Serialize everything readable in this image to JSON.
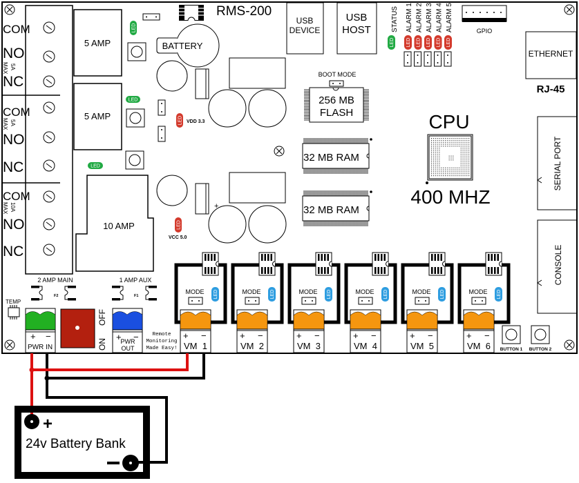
{
  "board": {
    "title": "RMS-200",
    "tagline": [
      "Remote",
      "Monitoring",
      "Made Easy!"
    ]
  },
  "relays": [
    {
      "com": "COM",
      "no": "NO",
      "nc": "NC",
      "rating": "5A",
      "max": "MAX",
      "module": "5 AMP"
    },
    {
      "com": "COM",
      "no": "NO",
      "nc": "NC",
      "rating": "5A",
      "max": "MAX",
      "module": "5 AMP"
    },
    {
      "com": "COM",
      "no": "NO",
      "nc": "NC",
      "rating": "10A",
      "max": "MAX",
      "module": "10 AMP"
    }
  ],
  "components": {
    "battery": "BATTERY",
    "usb_device": [
      "USB",
      "DEVICE"
    ],
    "usb_host": [
      "USB",
      "HOST"
    ],
    "status": "STATUS",
    "alarms": [
      "ALARM 1",
      "ALARM 2",
      "ALARM 3",
      "ALARM 4",
      "ALARM 5"
    ],
    "gpio": "GPIO",
    "ethernet": "ETHERNET",
    "rj45": "RJ-45",
    "boot_mode": "BOOT MODE",
    "flash": [
      "256  MB",
      "FLASH"
    ],
    "ram1": "32 MB RAM",
    "ram2": "32 MB RAM",
    "cpu": "CPU",
    "cpu_speed": "400 MHZ",
    "serial_port": "SERIAL PORT",
    "console": "CONSOLE",
    "vdd": "VDD 3.3",
    "vcc": "VCC 5.0",
    "led": "LED",
    "temp": "TEMP",
    "fuse_main": "2 AMP MAIN",
    "fuse_aux": "1 AMP AUX",
    "f1": "F1",
    "f2": "F2",
    "switch_on": "ON",
    "switch_off": "OFF",
    "pwr_in": "PWR IN",
    "pwr_out": [
      "PWR",
      "OUT"
    ],
    "plus": "+",
    "minus": "−",
    "button1": "BUTTON 1",
    "button2": "BUTTON 2"
  },
  "voltage_monitors": [
    {
      "label": "VM  1",
      "mode": "MODE"
    },
    {
      "label": "VM  2",
      "mode": "MODE"
    },
    {
      "label": "VM  3",
      "mode": "MODE"
    },
    {
      "label": "VM  4",
      "mode": "MODE"
    },
    {
      "label": "VM  5",
      "mode": "MODE"
    },
    {
      "label": "VM  6",
      "mode": "MODE"
    }
  ],
  "battery_bank": {
    "label": "24v Battery Bank",
    "positive": "+",
    "negative": "−"
  },
  "colors": {
    "led_green": "#22aa44",
    "led_red": "#d33a2c",
    "led_blue": "#2e9de0",
    "terminal_green": "#22b022",
    "terminal_blue": "#1a4fe0",
    "terminal_orange": "#f5960f",
    "switch_red": "#b3200f",
    "wire_red": "#dd1111",
    "wire_black": "#000000"
  }
}
